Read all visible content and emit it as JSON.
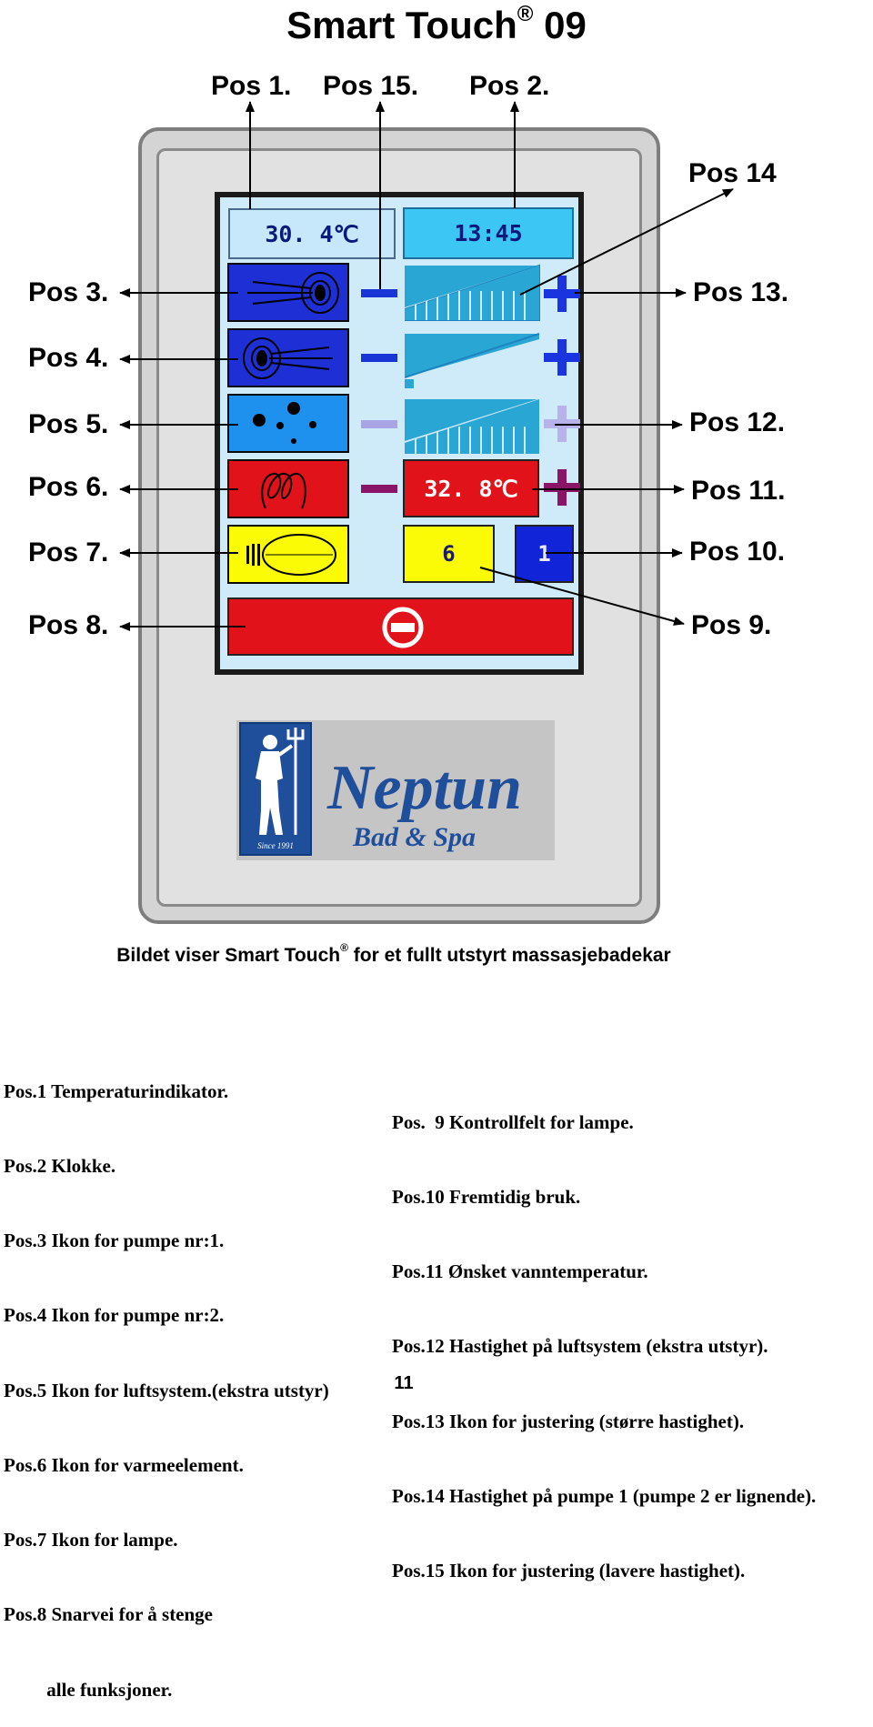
{
  "title": {
    "text": "Smart Touch",
    "reg": "®",
    "suffix": " 09"
  },
  "pos_labels": {
    "p1": "Pos 1.",
    "p15": "Pos 15.",
    "p2": "Pos 2.",
    "p14": "Pos 14",
    "p3": "Pos 3.",
    "p4": "Pos 4.",
    "p5": "Pos 5.",
    "p6": "Pos 6.",
    "p7": "Pos 7.",
    "p8": "Pos 8.",
    "p13": "Pos 13.",
    "p12": "Pos 12.",
    "p11": "Pos 11.",
    "p10": "Pos 10.",
    "p9": "Pos 9."
  },
  "screen": {
    "temperature": "30. 4℃",
    "clock": "13:45",
    "set_temperature": "32. 8℃",
    "lamp_level": "6",
    "future_value": "1"
  },
  "logo": {
    "brand": "Neptun",
    "sub": "Bad & Spa",
    "since": "Since 1991"
  },
  "caption": {
    "before": "Bildet viser Smart Touch",
    "reg": "®",
    "after": " for et fullt utstyrt massasjebadekar"
  },
  "descriptions_left": [
    "Pos.1 Temperaturindikator.",
    "Pos.2 Klokke.",
    "Pos.3 Ikon for pumpe nr:1.",
    "Pos.4 Ikon for pumpe nr:2.",
    "Pos.5 Ikon for luftsystem.(ekstra utstyr)",
    "Pos.6 Ikon for varmeelement.",
    "Pos.7 Ikon for lampe.",
    "Pos.8 Snarvei for å stenge",
    "         alle funksjoner."
  ],
  "descriptions_right": [
    "Pos.  9 Kontrollfelt for lampe.",
    "Pos.10 Fremtidig bruk.",
    "Pos.11 Ønsket vanntemperatur.",
    "Pos.12 Hastighet på luftsystem (ekstra utstyr).",
    "Pos.13 Ikon for justering (større hastighet).",
    "Pos.14 Hastighet på pumpe 1 (pumpe 2 er lignende).",
    "Pos.15 Ikon for justering (lavere hastighet)."
  ],
  "page_number": "11",
  "colors": {
    "pump_blue": "#1f2fd6",
    "air_blue": "#1e90ee",
    "heat_red": "#e2121b",
    "lamp_yellow": "#fbfb05",
    "ramp_blue": "#2aa6d4",
    "plus_blue": "#1a35e0",
    "plus_light": "#b7b2ea",
    "plus_purple": "#8a1466",
    "minus_blue": "#1a35d6",
    "minus_light": "#a9a5e4",
    "minus_purple": "#8a1466"
  },
  "icons": [
    "pump-1-icon",
    "pump-2-icon",
    "air-bubbles-icon",
    "heater-coil-icon",
    "lamp-icon",
    "stop-icon",
    "minus-icon",
    "plus-icon",
    "neptune-figure-icon"
  ]
}
